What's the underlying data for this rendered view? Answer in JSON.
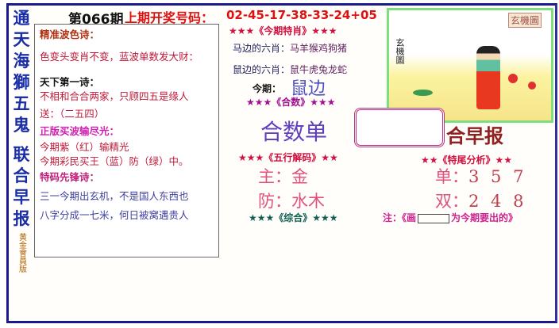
{
  "side_title": [
    "通",
    "天",
    "海",
    "獅",
    "五",
    "鬼",
    "联",
    "合",
    "早",
    "报"
  ],
  "side_edition": "黄金會員版",
  "issue": "第066期",
  "last_draw_label": "上期开奖号码：",
  "last_draw_numbers": "02-45-17-38-33-24+05",
  "poems": {
    "p1_title": "精准波色诗：",
    "p1_line": "色变头变肖不变，蓝波单数发大财：",
    "p2_title": "天下第一诗：",
    "p2_line": "不相和合合两家，只顾四五是缘人",
    "p2_send": "送：（二五四）",
    "p3_title": "正版买波输尽光：",
    "p3_l1": "今期紫（红）输精光",
    "p3_l2": "今期彩民买王（蓝）防（绿）中。",
    "p4_title": "特码先锋诗：",
    "p4_l1": "三一今期出玄机，不是国人东西也",
    "p4_l2": "八字分成一七米，何日被窝遇贵人"
  },
  "zodiac": {
    "header": "★★★《今期特肖》★★★",
    "horse_label": "马边的六肖：",
    "horse_value": "马羊猴鸡狗猪",
    "rat_label": "鼠边的六肖：",
    "rat_value": "鼠牛虎兔龙蛇",
    "this_label": "今期：",
    "this_value": "鼠边"
  },
  "heshu": {
    "header": "★★★《合数》★★★",
    "value": "合数单"
  },
  "wuxing": {
    "header": "★★★《五行解码》★★",
    "main_label": "主：",
    "main_value": "金",
    "guard_label": "防：",
    "guard_value": "水木"
  },
  "zonghe": {
    "header": "★★★《综合》★★★"
  },
  "tail": {
    "header": "★★《特尾分析》★★",
    "odd_label": "单：",
    "odd_value": "3 5 7",
    "even_label": "双：",
    "even_value": "2 4 8"
  },
  "note": {
    "prefix": "注：《画",
    "suffix": "为今期要出的》"
  },
  "picture": {
    "stamp": "玄機圖",
    "side_text": "玄機圖"
  },
  "brand": "合早报"
}
